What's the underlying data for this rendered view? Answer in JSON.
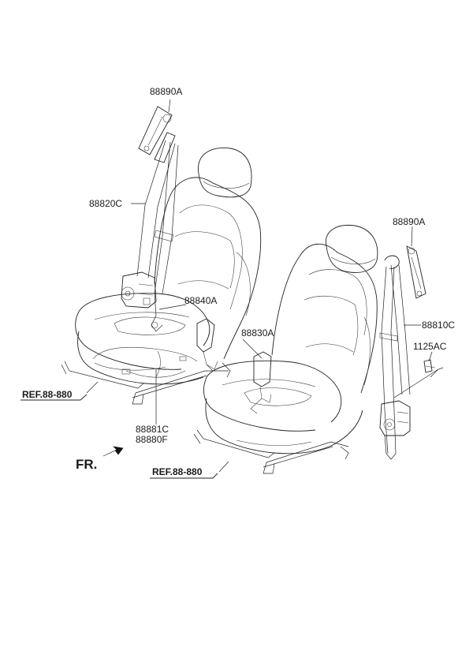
{
  "labels": {
    "anchor_left": "88890A",
    "belt_left": "88820C",
    "buckle_left": "88840A",
    "buckle_right": "88830A",
    "anchor_right": "88890A",
    "belt_right": "88810C",
    "bolt": "1125AC",
    "wire_c": "88881C",
    "wire_f": "88880F",
    "ref_left": "REF.88-880",
    "ref_right": "REF.88-880",
    "front": "FR."
  }
}
